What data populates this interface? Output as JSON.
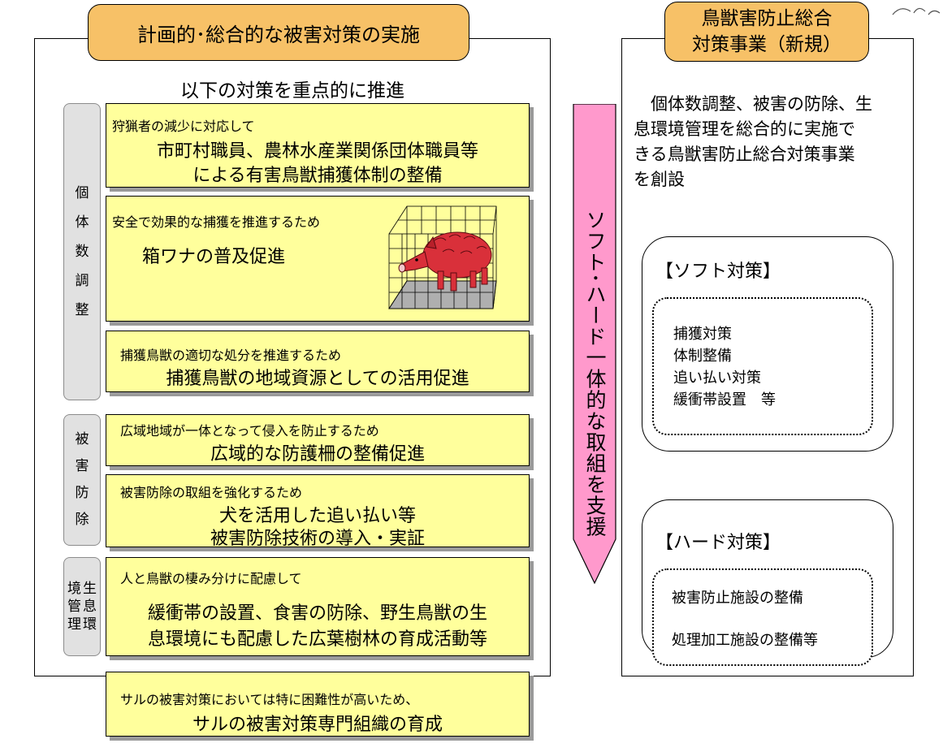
{
  "left_panel": {
    "title": "計画的･総合的な被害対策の実施",
    "subtitle": "以下の対策を重点的に推進",
    "categories": [
      {
        "label_chars": [
          "個",
          "体",
          "数",
          "調",
          "整"
        ]
      },
      {
        "label_chars": [
          "被",
          "害",
          "防",
          "除"
        ]
      },
      {
        "label_lines": [
          "生",
          "息",
          "環",
          "境",
          "管",
          "理"
        ]
      }
    ],
    "boxes": [
      {
        "small": "狩猟者の減少に対応して",
        "big1": "市町村職員、農林水産業関係団体職員等",
        "big2": "による有害鳥獣捕獲体制の整備"
      },
      {
        "small": "安全で効果的な捕獲を推進するため",
        "big1": "箱ワナの普及促進"
      },
      {
        "small": "捕獲鳥獣の適切な処分を推進するため",
        "big1": "捕獲鳥獣の地域資源としての活用促進"
      },
      {
        "small": "広域地域が一体となって侵入を防止するため",
        "big1": "広域的な防護柵の整備促進"
      },
      {
        "small": "被害防除の取組を強化するため",
        "big1": "犬を活用した追い払い等",
        "big2": "被害防除技術の導入・実証"
      },
      {
        "small": "人と鳥獣の棲み分けに配慮して",
        "big1": "緩衝帯の設置、食害の防除、野生鳥獣の生",
        "big2": "息環境にも配慮した広葉樹林の育成活動等"
      },
      {
        "small": "サルの被害対策においては特に困難性が高いため、",
        "big1": "サルの被害対策専門組織の育成"
      }
    ]
  },
  "arrow": {
    "text": "ソフト･ハード一体的な取組を支援",
    "color": "#ff99cc"
  },
  "right_panel": {
    "title_line1": "鳥獣害防止総合",
    "title_line2": "対策事業（新規）",
    "desc_lines": [
      "　個体数調整、被害の防除、生",
      "息環境管理を総合的に実施で",
      "きる鳥獣害防止総合対策事業",
      "を創設"
    ],
    "soft": {
      "heading": "【ソフト対策】",
      "items": [
        "捕獲対策",
        "体制整備",
        "追い払い対策",
        "緩衝帯設置　等"
      ]
    },
    "hard": {
      "heading": "【ハード対策】",
      "items": [
        "被害防止施設の整備",
        "処理加工施設の整備等"
      ]
    }
  },
  "colors": {
    "title_tab": "#f7c167",
    "box_fill": "#ffff9c",
    "boar": "#d9303a"
  }
}
